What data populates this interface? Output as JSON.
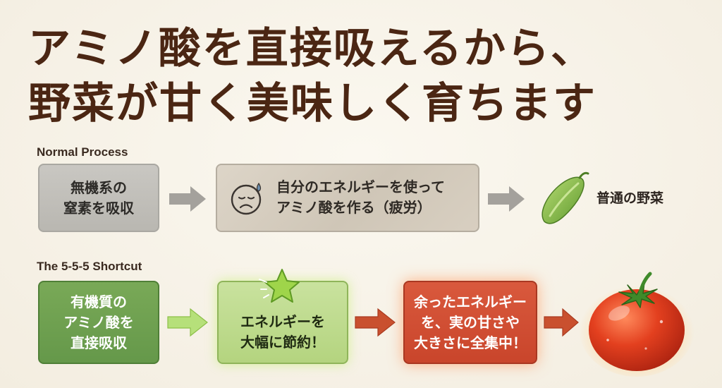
{
  "title": {
    "line1": "アミノ酸を直接吸えるから、",
    "line2": "野菜が甘く美味しく育ちます"
  },
  "normal": {
    "label": "Normal Process",
    "step1": [
      "無機系の",
      "窒素を吸収"
    ],
    "step2": [
      "自分のエネルギーを使って",
      "アミノ酸を作る（疲労）"
    ],
    "result": "普通の野菜"
  },
  "shortcut": {
    "label": "The 5-5-5 Shortcut",
    "step1": [
      "有機質の",
      "アミノ酸を",
      "直接吸収"
    ],
    "step2": [
      "エネルギーを",
      "大幅に節約！"
    ],
    "step3": [
      "余ったエネルギー",
      "を、実の甘さや",
      "大きさに全集中！"
    ]
  },
  "colors": {
    "title": "#4b2613",
    "gray_box": "#c1bfb9",
    "green_dark": "#6fa04f",
    "green_light": "#bedb8c",
    "red": "#d24f34",
    "arrow_gray": "#a4a19c",
    "arrow_green": "#b6e07a",
    "arrow_red": "#c9502f"
  },
  "icons": [
    "tired-face-icon",
    "cucumber-icon",
    "star-icon",
    "tomato-icon"
  ]
}
